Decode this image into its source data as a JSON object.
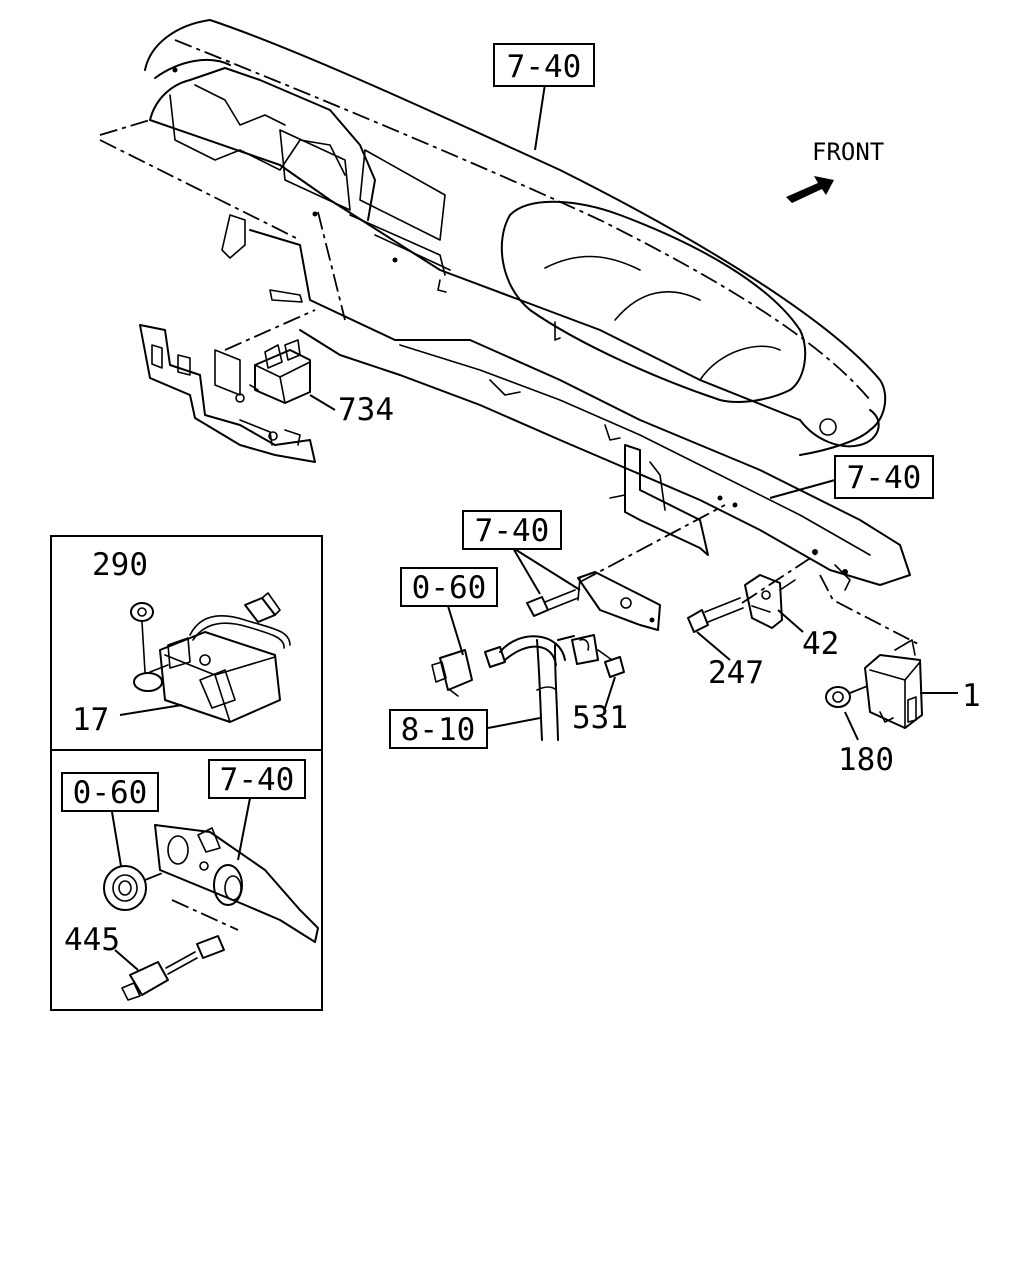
{
  "front_label": "FRONT",
  "refs": {
    "top_panel": "7-40",
    "cross_member": "7-40",
    "bracket": "7-40",
    "connector_ref": "0-60",
    "harness_ref": "8-10",
    "inset_connector_ref": "0-60",
    "inset_bracket_ref": "7-40"
  },
  "parts": {
    "p734": "734",
    "p290": "290",
    "p17": "17",
    "p445": "445",
    "p247": "247",
    "p42": "42",
    "p531": "531",
    "p1": "1",
    "p180": "180"
  }
}
